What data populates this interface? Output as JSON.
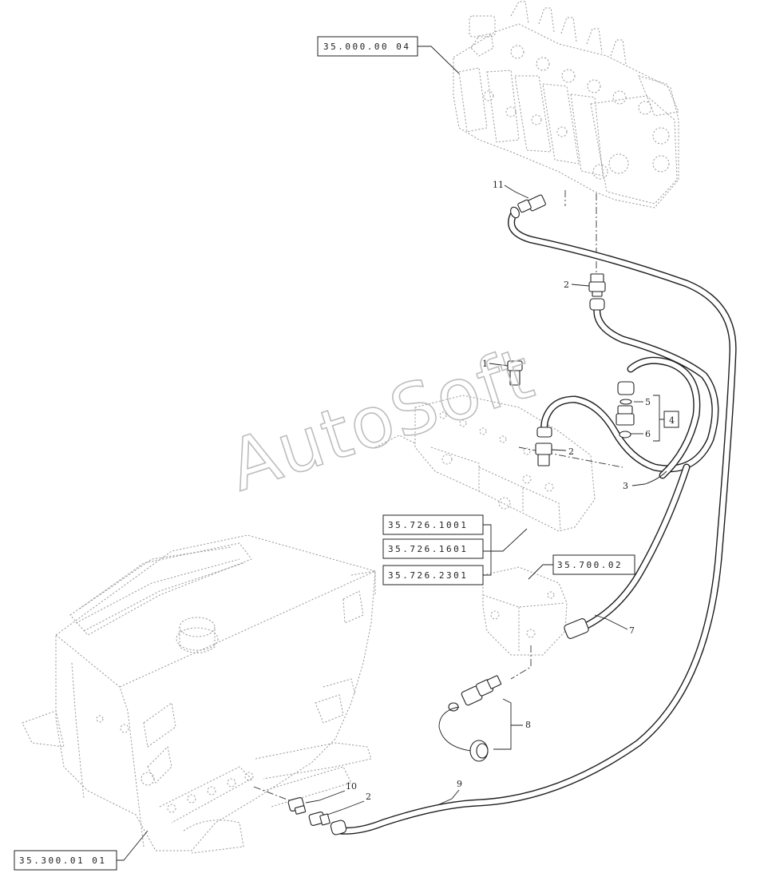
{
  "references": {
    "valve_block": "35.000.00 04",
    "mount_a": "35.726.1001",
    "mount_b": "35.726.1601",
    "mount_c": "35.726.2301",
    "coupler_block": "35.700.02",
    "tank": "35.300.01 01"
  },
  "callouts": {
    "n1": "1",
    "n2_top": "2",
    "n2_mid": "2",
    "n2_bottom": "2",
    "n3": "3",
    "n4": "4",
    "n5": "5",
    "n6": "6",
    "n7": "7",
    "n8": "8",
    "n9": "9",
    "n10": "10",
    "n11": "11"
  },
  "watermark": "AutoSoft",
  "colors": {
    "line": "#222222",
    "ghost": "#9a9a9a",
    "watermark": "#c8c8c8"
  }
}
